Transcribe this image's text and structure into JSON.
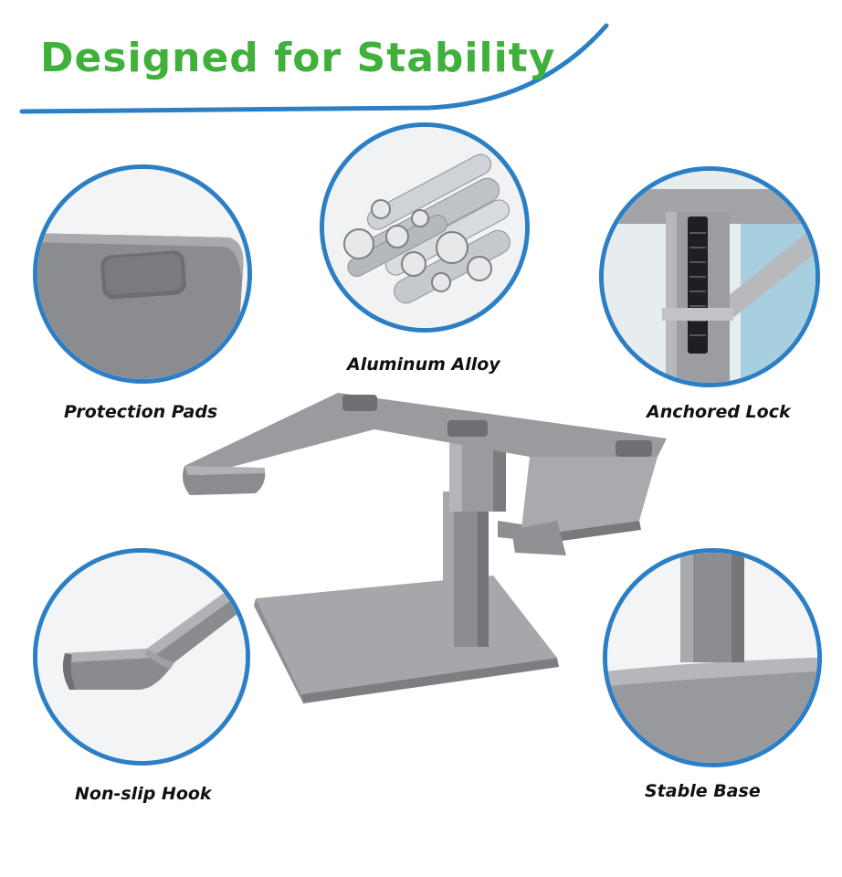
{
  "headline": {
    "text": "Designed for Stability"
  },
  "features": {
    "aluminum": "Aluminum Alloy",
    "pads": "Protection Pads",
    "lock": "Anchored Lock",
    "hook": "Non-slip Hook",
    "base": "Stable Base"
  },
  "colors": {
    "headline": "#3fb13a",
    "accent": "#2c7fc5",
    "metal": "#8e8f92",
    "metal_dark": "#6e6f72",
    "metal_light": "#c7c8ca"
  }
}
